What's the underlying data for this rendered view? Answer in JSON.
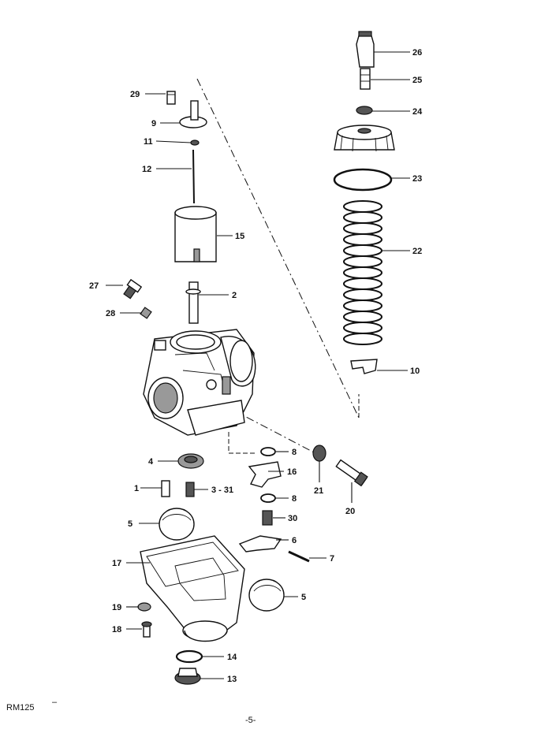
{
  "labels": {
    "p26": "26",
    "p25": "25",
    "p24": "24",
    "p23": "23",
    "p22": "22",
    "p10": "10",
    "p29": "29",
    "p9": "9",
    "p11": "11",
    "p12": "12",
    "p15": "15",
    "p27": "27",
    "p2": "2",
    "p28": "28",
    "p8a": "8",
    "p4": "4",
    "p16": "16",
    "p1": "1",
    "p3": "3 - 31",
    "p8b": "8",
    "p21": "21",
    "p20": "20",
    "p30": "30",
    "p5a": "5",
    "p6": "6",
    "p7": "7",
    "p17": "17",
    "p5b": "5",
    "p19": "19",
    "p18": "18",
    "p14": "14",
    "p13": "13"
  },
  "footer": {
    "model": "RM125",
    "dash": "–",
    "page": "-5-"
  }
}
